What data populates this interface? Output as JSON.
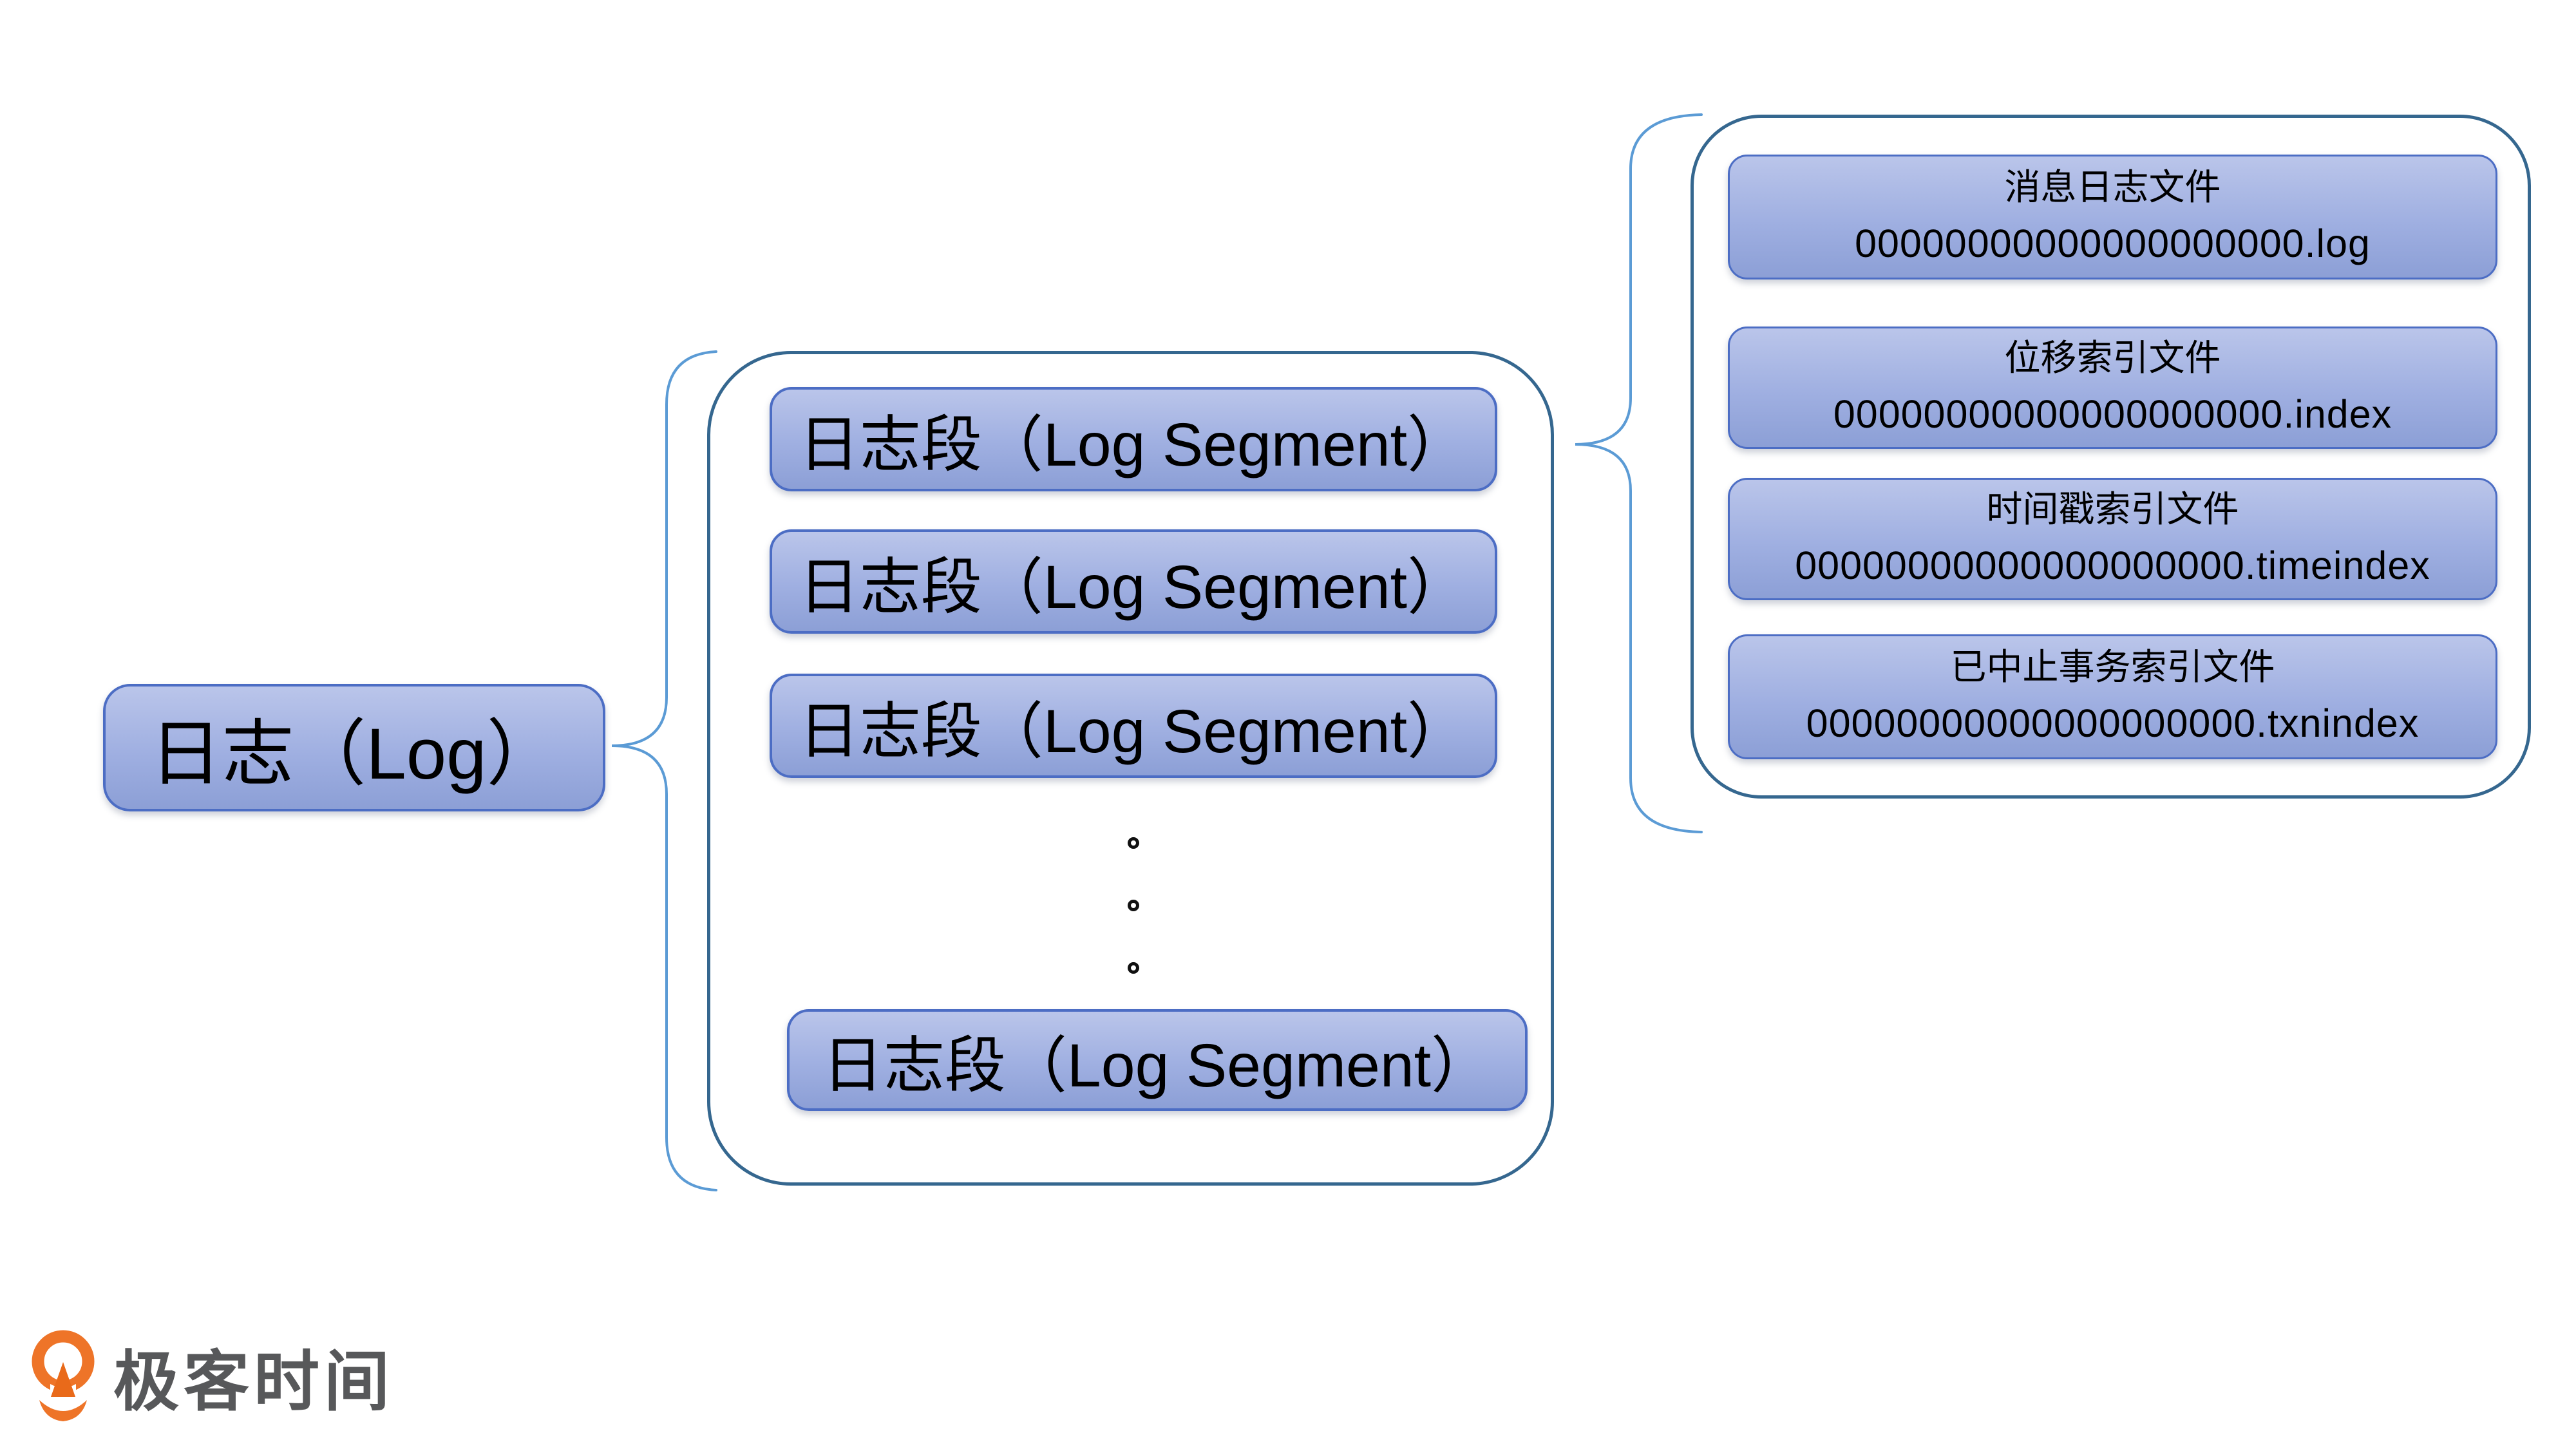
{
  "page": {
    "background": "#ffffff"
  },
  "log_box": {
    "label": "日志（Log）"
  },
  "segments": {
    "labels": [
      "日志段（Log Segment）",
      "日志段（Log Segment）",
      "日志段（Log Segment）",
      "日志段（Log Segment）"
    ],
    "ellipsis_dot_count": 3
  },
  "files": {
    "items": [
      {
        "title": "消息日志文件",
        "filename": "00000000000000000000.log"
      },
      {
        "title": "位移索引文件",
        "filename": "00000000000000000000.index"
      },
      {
        "title": "时间戳索引文件",
        "filename": "00000000000000000000.timeindex"
      },
      {
        "title": "已中止事务索引文件",
        "filename": "00000000000000000000.txnindex"
      }
    ]
  },
  "logo": {
    "text": "极客时间"
  },
  "colors": {
    "node_fill_top": "#bac5ea",
    "node_fill_bottom": "#8c9fd6",
    "node_border": "#4c6dc4",
    "container_border": "#35678f",
    "brace": "#5b9bd5",
    "logo_orange": "#ee7428",
    "logo_text": "#57585a",
    "text": "#000000"
  }
}
